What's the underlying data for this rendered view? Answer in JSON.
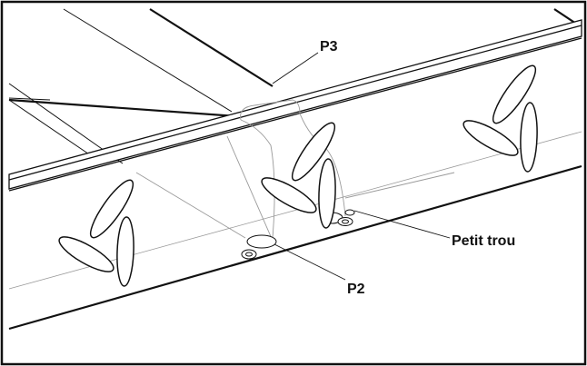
{
  "diagram": {
    "labels": {
      "p3": "P3",
      "p2": "P2",
      "petit_trou": "Petit trou"
    },
    "colors": {
      "line": "#111111",
      "light_line": "#9a9a9a",
      "background": "#ffffff",
      "fill": "#ffffff"
    }
  }
}
